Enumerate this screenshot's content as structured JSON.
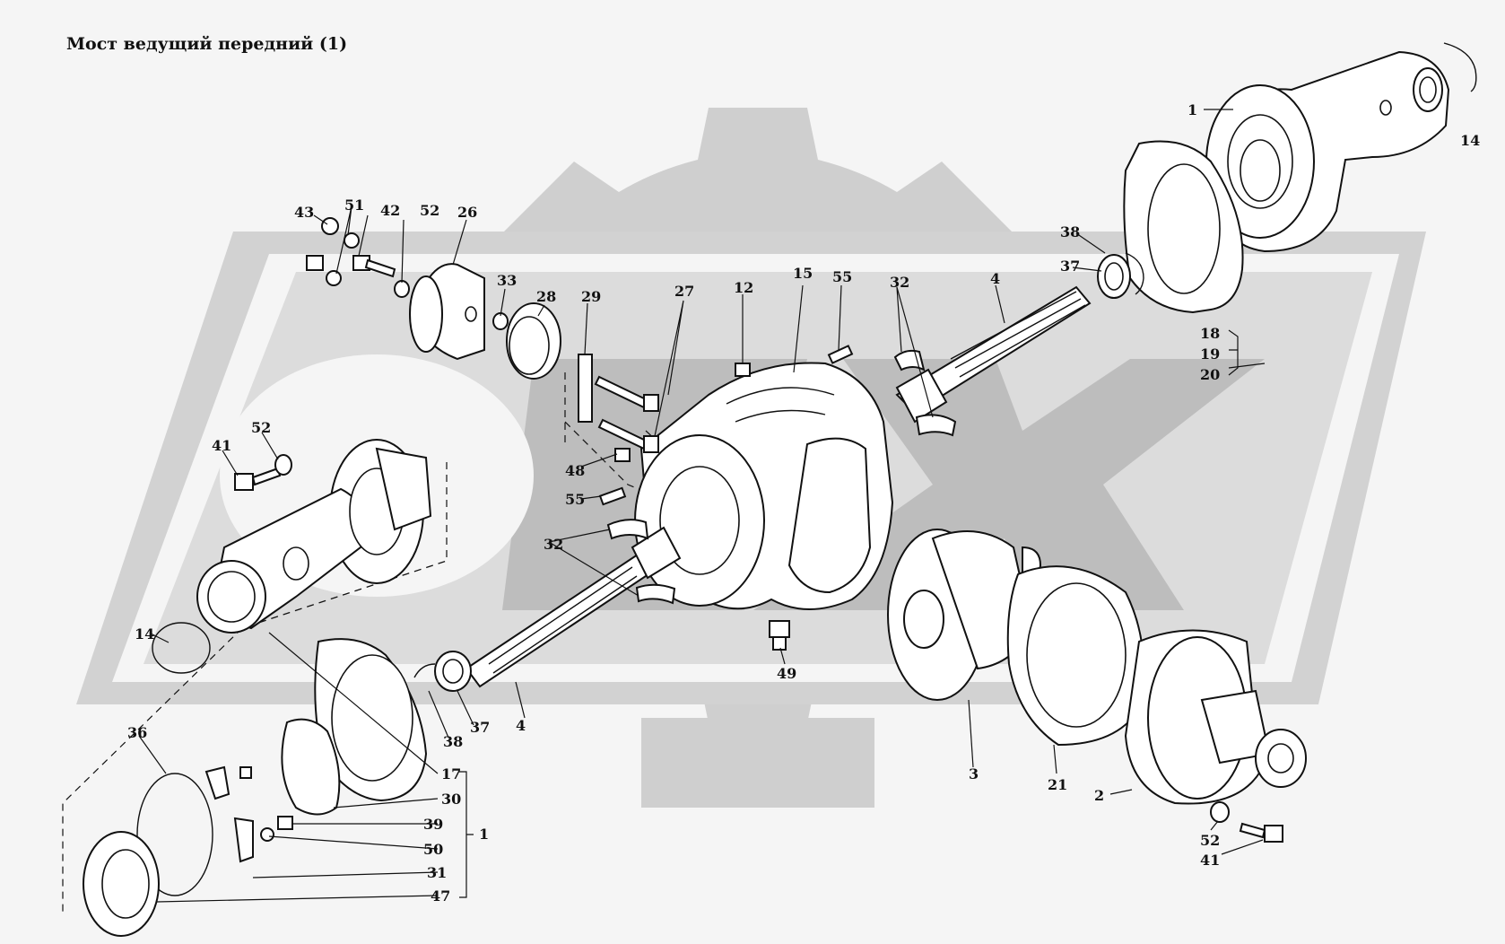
{
  "title": "Мост ведущий передний  (1)",
  "labels": [
    {
      "id": "l1a",
      "text": "1"
    },
    {
      "id": "l14a",
      "text": "14"
    },
    {
      "id": "l38a",
      "text": "38"
    },
    {
      "id": "l37a",
      "text": "37"
    },
    {
      "id": "l18",
      "text": "18"
    },
    {
      "id": "l19",
      "text": "19"
    },
    {
      "id": "l20",
      "text": "20"
    },
    {
      "id": "l4a",
      "text": "4"
    },
    {
      "id": "l32a",
      "text": "32"
    },
    {
      "id": "l55a",
      "text": "55"
    },
    {
      "id": "l15",
      "text": "15"
    },
    {
      "id": "l12",
      "text": "12"
    },
    {
      "id": "l27",
      "text": "27"
    },
    {
      "id": "l29",
      "text": "29"
    },
    {
      "id": "l28",
      "text": "28"
    },
    {
      "id": "l33",
      "text": "33"
    },
    {
      "id": "l26",
      "text": "26"
    },
    {
      "id": "l52a",
      "text": "52"
    },
    {
      "id": "l42",
      "text": "42"
    },
    {
      "id": "l51",
      "text": "51"
    },
    {
      "id": "l43",
      "text": "43"
    },
    {
      "id": "l41a",
      "text": "41"
    },
    {
      "id": "l52b",
      "text": "52"
    },
    {
      "id": "l48",
      "text": "48"
    },
    {
      "id": "l55b",
      "text": "55"
    },
    {
      "id": "l32b",
      "text": "32"
    },
    {
      "id": "l14b",
      "text": "14"
    },
    {
      "id": "l49",
      "text": "49"
    },
    {
      "id": "l37b",
      "text": "37"
    },
    {
      "id": "l4b",
      "text": "4"
    },
    {
      "id": "l38b",
      "text": "38"
    },
    {
      "id": "l17",
      "text": "17"
    },
    {
      "id": "l30",
      "text": "30"
    },
    {
      "id": "l39",
      "text": "39"
    },
    {
      "id": "l50",
      "text": "50"
    },
    {
      "id": "l31",
      "text": "31"
    },
    {
      "id": "l47",
      "text": "47"
    },
    {
      "id": "l1b",
      "text": "1"
    },
    {
      "id": "l36",
      "text": "36"
    },
    {
      "id": "l3",
      "text": "3"
    },
    {
      "id": "l21",
      "text": "21"
    },
    {
      "id": "l2",
      "text": "2"
    },
    {
      "id": "l52c",
      "text": "52"
    },
    {
      "id": "l41b",
      "text": "41"
    }
  ]
}
